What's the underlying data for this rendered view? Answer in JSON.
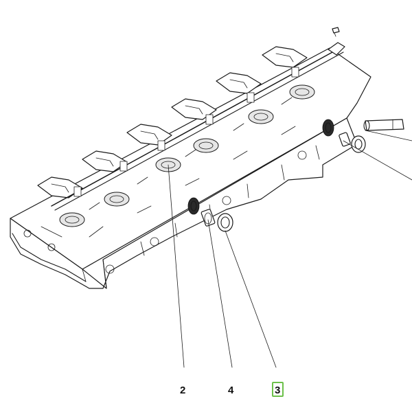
{
  "callouts": [
    {
      "id": "2",
      "label": "2"
    },
    {
      "id": "4",
      "label": "4"
    },
    {
      "id": "3",
      "label": "3",
      "highlighted": true
    }
  ],
  "highlight_color": "#6cc04a"
}
